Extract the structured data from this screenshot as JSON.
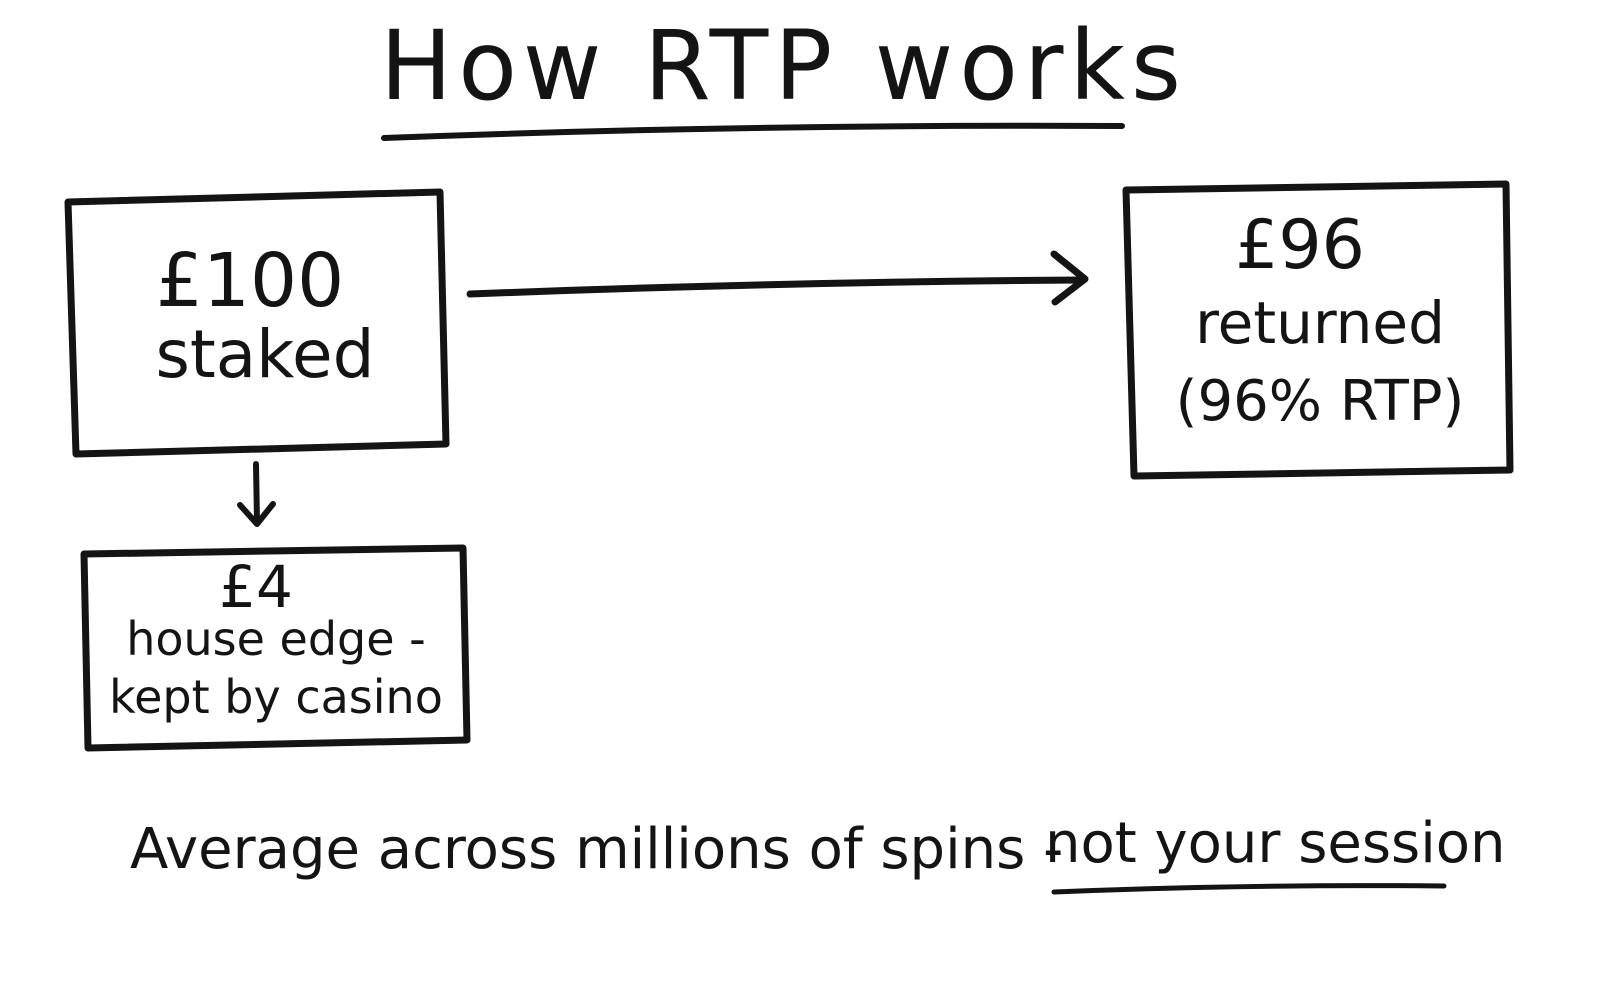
{
  "title": "How RTP works",
  "staked": {
    "amount": "£100",
    "label": "staked"
  },
  "returned": {
    "amount": "£96",
    "label": "returned",
    "rtp_note": "(96% RTP)"
  },
  "house_edge": {
    "amount": "£4",
    "line1": "house edge -",
    "line2": "kept by casino"
  },
  "footer": {
    "main": "Average across millions of spins -",
    "emphasis": "not your session"
  },
  "colors": {
    "ink": "#141414",
    "background": "#ffffff"
  }
}
